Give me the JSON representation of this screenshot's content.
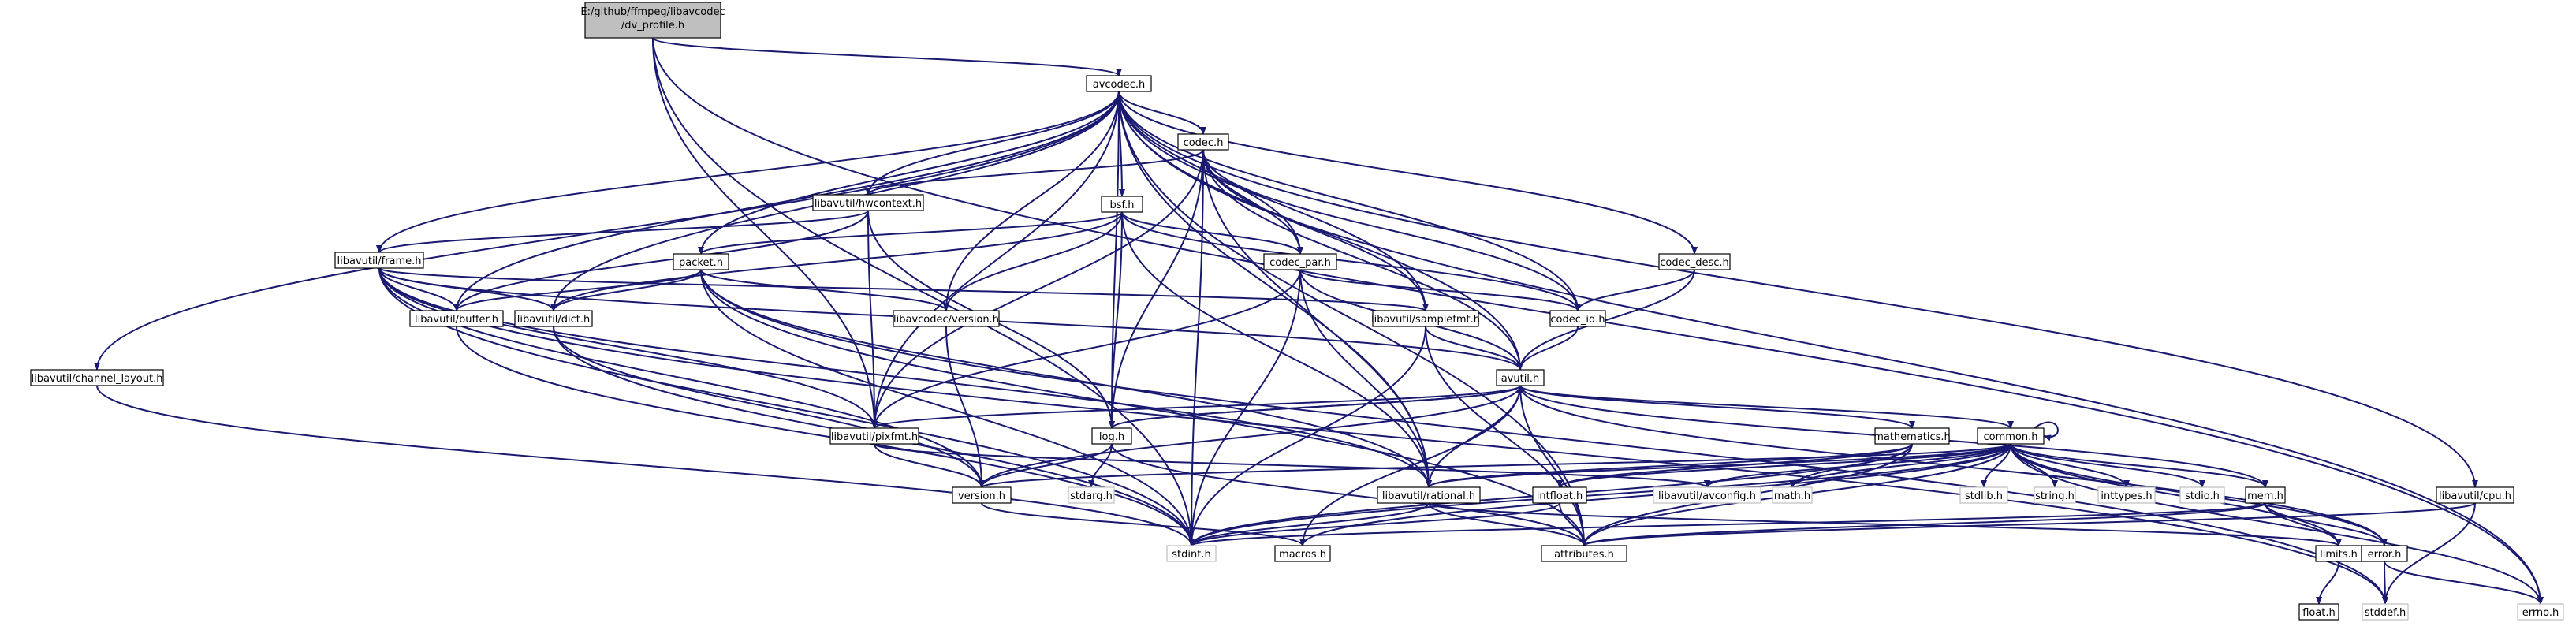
{
  "nodes": [
    {
      "id": "root",
      "lines": [
        "E:/github/ffmpeg/libavcodec",
        "/dv_profile.h"
      ],
      "kind": "root"
    },
    {
      "id": "avcodec",
      "lines": [
        "avcodec.h"
      ]
    },
    {
      "id": "codec",
      "lines": [
        "codec.h"
      ]
    },
    {
      "id": "hwcontext",
      "lines": [
        "libavutil/hwcontext.h"
      ]
    },
    {
      "id": "bsf",
      "lines": [
        "bsf.h"
      ]
    },
    {
      "id": "frame",
      "lines": [
        "libavutil/frame.h"
      ]
    },
    {
      "id": "packet",
      "lines": [
        "packet.h"
      ]
    },
    {
      "id": "codec_par",
      "lines": [
        "codec_par.h"
      ]
    },
    {
      "id": "codec_desc",
      "lines": [
        "codec_desc.h"
      ]
    },
    {
      "id": "chlayout",
      "lines": [
        "libavutil/channel_layout.h"
      ]
    },
    {
      "id": "buffer",
      "lines": [
        "libavutil/buffer.h"
      ]
    },
    {
      "id": "dict",
      "lines": [
        "libavutil/dict.h"
      ]
    },
    {
      "id": "lavc_version",
      "lines": [
        "libavcodec/version.h"
      ]
    },
    {
      "id": "samplefmt",
      "lines": [
        "libavutil/samplefmt.h"
      ]
    },
    {
      "id": "codec_id",
      "lines": [
        "codec_id.h"
      ]
    },
    {
      "id": "avutil",
      "lines": [
        "avutil.h"
      ]
    },
    {
      "id": "pixfmt",
      "lines": [
        "libavutil/pixfmt.h"
      ]
    },
    {
      "id": "log",
      "lines": [
        "log.h"
      ]
    },
    {
      "id": "mathematics",
      "lines": [
        "mathematics.h"
      ]
    },
    {
      "id": "common",
      "lines": [
        "common.h"
      ]
    },
    {
      "id": "version",
      "lines": [
        "version.h"
      ]
    },
    {
      "id": "stdarg",
      "lines": [
        "stdarg.h"
      ],
      "kind": "sys"
    },
    {
      "id": "rational",
      "lines": [
        "libavutil/rational.h"
      ]
    },
    {
      "id": "intfloat",
      "lines": [
        "intfloat.h"
      ]
    },
    {
      "id": "avconfig",
      "lines": [
        "libavutil/avconfig.h"
      ],
      "kind": "sys"
    },
    {
      "id": "math",
      "lines": [
        "math.h"
      ],
      "kind": "sys"
    },
    {
      "id": "stdlib",
      "lines": [
        "stdlib.h"
      ],
      "kind": "sys"
    },
    {
      "id": "string",
      "lines": [
        "string.h"
      ],
      "kind": "sys"
    },
    {
      "id": "inttypes",
      "lines": [
        "inttypes.h"
      ],
      "kind": "sys"
    },
    {
      "id": "stdio",
      "lines": [
        "stdio.h"
      ],
      "kind": "sys"
    },
    {
      "id": "mem",
      "lines": [
        "mem.h"
      ]
    },
    {
      "id": "cpu",
      "lines": [
        "libavutil/cpu.h"
      ]
    },
    {
      "id": "stdint",
      "lines": [
        "stdint.h"
      ],
      "kind": "sys"
    },
    {
      "id": "macros",
      "lines": [
        "macros.h"
      ]
    },
    {
      "id": "attributes",
      "lines": [
        "attributes.h"
      ]
    },
    {
      "id": "limits",
      "lines": [
        "limits.h"
      ]
    },
    {
      "id": "error",
      "lines": [
        "error.h"
      ]
    },
    {
      "id": "float",
      "lines": [
        "float.h"
      ]
    },
    {
      "id": "stddef",
      "lines": [
        "stddef.h"
      ],
      "kind": "sys"
    },
    {
      "id": "errno",
      "lines": [
        "errno.h"
      ],
      "kind": "sys"
    }
  ],
  "edges": [
    [
      "root",
      "avcodec"
    ],
    [
      "root",
      "pixfmt"
    ],
    [
      "root",
      "stdint"
    ],
    [
      "root",
      "errno"
    ],
    [
      "avcodec",
      "codec"
    ],
    [
      "avcodec",
      "hwcontext"
    ],
    [
      "avcodec",
      "bsf"
    ],
    [
      "avcodec",
      "frame"
    ],
    [
      "avcodec",
      "packet"
    ],
    [
      "avcodec",
      "codec_par"
    ],
    [
      "avcodec",
      "codec_desc"
    ],
    [
      "avcodec",
      "chlayout"
    ],
    [
      "avcodec",
      "buffer"
    ],
    [
      "avcodec",
      "dict"
    ],
    [
      "avcodec",
      "lavc_version"
    ],
    [
      "avcodec",
      "samplefmt"
    ],
    [
      "avcodec",
      "codec_id"
    ],
    [
      "avcodec",
      "avutil"
    ],
    [
      "avcodec",
      "pixfmt"
    ],
    [
      "avcodec",
      "log"
    ],
    [
      "avcodec",
      "rational"
    ],
    [
      "avcodec",
      "attributes"
    ],
    [
      "avcodec",
      "cpu"
    ],
    [
      "avcodec",
      "errno"
    ],
    [
      "codec",
      "hwcontext"
    ],
    [
      "codec",
      "codec_par"
    ],
    [
      "codec",
      "codec_id"
    ],
    [
      "codec",
      "avutil"
    ],
    [
      "codec",
      "log"
    ],
    [
      "codec",
      "pixfmt"
    ],
    [
      "codec",
      "rational"
    ],
    [
      "codec",
      "samplefmt"
    ],
    [
      "codec",
      "stdint"
    ],
    [
      "hwcontext",
      "buffer"
    ],
    [
      "hwcontext",
      "frame"
    ],
    [
      "hwcontext",
      "pixfmt"
    ],
    [
      "hwcontext",
      "log"
    ],
    [
      "bsf",
      "packet"
    ],
    [
      "bsf",
      "codec_par"
    ],
    [
      "bsf",
      "codec_id"
    ],
    [
      "bsf",
      "dict"
    ],
    [
      "bsf",
      "log"
    ],
    [
      "bsf",
      "rational"
    ],
    [
      "bsf",
      "lavc_version"
    ],
    [
      "frame",
      "buffer"
    ],
    [
      "frame",
      "dict"
    ],
    [
      "frame",
      "avutil"
    ],
    [
      "frame",
      "pixfmt"
    ],
    [
      "frame",
      "rational"
    ],
    [
      "frame",
      "samplefmt"
    ],
    [
      "frame",
      "version"
    ],
    [
      "frame",
      "stdint"
    ],
    [
      "frame",
      "stddef"
    ],
    [
      "packet",
      "buffer"
    ],
    [
      "packet",
      "dict"
    ],
    [
      "packet",
      "lavc_version"
    ],
    [
      "packet",
      "attributes"
    ],
    [
      "packet",
      "rational"
    ],
    [
      "packet",
      "stdint"
    ],
    [
      "packet",
      "stddef"
    ],
    [
      "codec_par",
      "codec_id"
    ],
    [
      "codec_par",
      "avutil"
    ],
    [
      "codec_par",
      "pixfmt"
    ],
    [
      "codec_par",
      "rational"
    ],
    [
      "codec_par",
      "stdint"
    ],
    [
      "codec_desc",
      "codec_id"
    ],
    [
      "codec_desc",
      "avutil"
    ],
    [
      "chlayout",
      "stdint"
    ],
    [
      "buffer",
      "stdint"
    ],
    [
      "dict",
      "stdint"
    ],
    [
      "dict",
      "version"
    ],
    [
      "lavc_version",
      "version"
    ],
    [
      "samplefmt",
      "avutil"
    ],
    [
      "samplefmt",
      "attributes"
    ],
    [
      "samplefmt",
      "stdint"
    ],
    [
      "codec_id",
      "avutil"
    ],
    [
      "avutil",
      "common"
    ],
    [
      "avutil",
      "rational"
    ],
    [
      "avutil",
      "version"
    ],
    [
      "avutil",
      "macros"
    ],
    [
      "avutil",
      "mathematics"
    ],
    [
      "avutil",
      "log"
    ],
    [
      "avutil",
      "pixfmt"
    ],
    [
      "avutil",
      "error"
    ],
    [
      "avutil",
      "mem"
    ],
    [
      "avutil",
      "attributes"
    ],
    [
      "pixfmt",
      "version"
    ],
    [
      "pixfmt",
      "avconfig"
    ],
    [
      "log",
      "avutil"
    ],
    [
      "log",
      "version"
    ],
    [
      "log",
      "stdarg"
    ],
    [
      "log",
      "attributes"
    ],
    [
      "mathematics",
      "stdint"
    ],
    [
      "mathematics",
      "math"
    ],
    [
      "mathematics",
      "attributes"
    ],
    [
      "mathematics",
      "rational"
    ],
    [
      "mathematics",
      "intfloat"
    ],
    [
      "common",
      "common"
    ],
    [
      "common",
      "stdint"
    ],
    [
      "common",
      "attributes"
    ],
    [
      "common",
      "macros"
    ],
    [
      "common",
      "version"
    ],
    [
      "common",
      "mem"
    ],
    [
      "common",
      "error"
    ],
    [
      "common",
      "rational"
    ],
    [
      "common",
      "intfloat"
    ],
    [
      "common",
      "avconfig"
    ],
    [
      "common",
      "math"
    ],
    [
      "common",
      "stdlib"
    ],
    [
      "common",
      "string"
    ],
    [
      "common",
      "inttypes"
    ],
    [
      "common",
      "stdio"
    ],
    [
      "common",
      "limits"
    ],
    [
      "common",
      "errno"
    ],
    [
      "version",
      "macros"
    ],
    [
      "rational",
      "stdint"
    ],
    [
      "rational",
      "limits"
    ],
    [
      "rational",
      "attributes"
    ],
    [
      "intfloat",
      "stdint"
    ],
    [
      "intfloat",
      "attributes"
    ],
    [
      "mem",
      "stdint"
    ],
    [
      "mem",
      "limits"
    ],
    [
      "mem",
      "error"
    ],
    [
      "mem",
      "attributes"
    ],
    [
      "cpu",
      "attributes"
    ],
    [
      "cpu",
      "stddef"
    ],
    [
      "error",
      "errno"
    ],
    [
      "error",
      "stddef"
    ],
    [
      "limits",
      "float"
    ]
  ]
}
